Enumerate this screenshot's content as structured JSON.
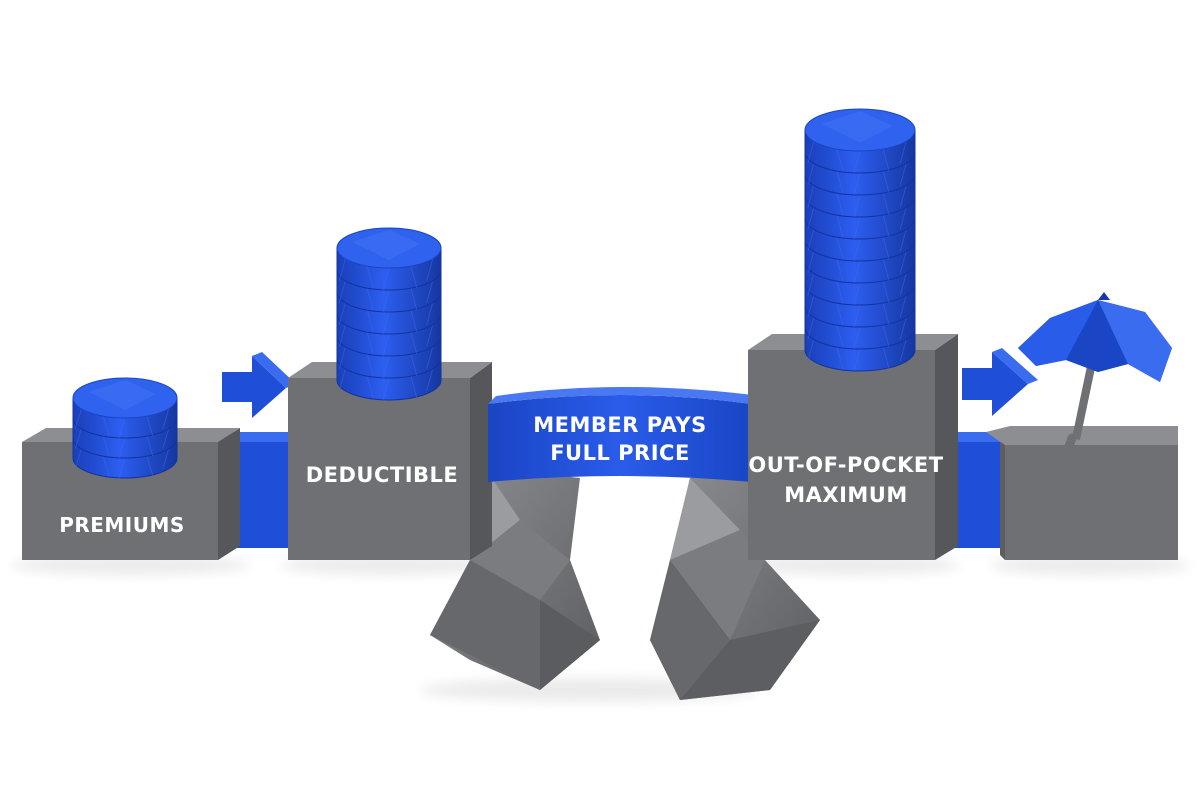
{
  "stages": {
    "premiums": {
      "label": "PREMIUMS"
    },
    "deductible": {
      "label": "DEDUCTIBLE"
    },
    "gap": {
      "line1": "MEMBER PAYS",
      "line2": "FULL PRICE"
    },
    "oop_max": {
      "line1": "OUT-OF-POCKET",
      "line2": "MAXIMUM"
    }
  },
  "colors": {
    "blue": "#1f4fd6",
    "blue_dark": "#1638a8",
    "blue_light": "#3a6cf0",
    "gray_front": "#6e7074",
    "gray_side": "#55575b",
    "gray_top": "#8c8e92",
    "background": "#ffffff"
  },
  "icons": {
    "arrow_1": "arrow-right-icon",
    "arrow_2": "arrow-right-icon",
    "protection": "umbrella-icon"
  }
}
